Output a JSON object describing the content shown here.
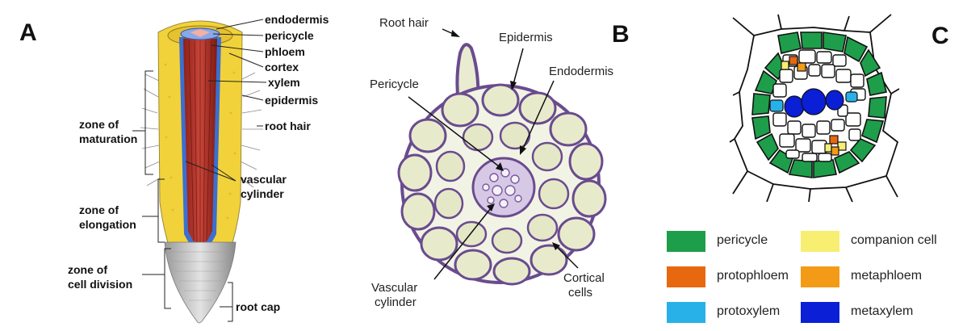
{
  "panel_a": {
    "letter": "A",
    "labels": {
      "endodermis": "endodermis",
      "pericycle": "pericycle",
      "phloem": "phloem",
      "cortex": "cortex",
      "xylem": "xylem",
      "epidermis": "epidermis",
      "root_hair": "root hair",
      "zone_maturation_1": "zone of",
      "zone_maturation_2": "maturation",
      "vascular_1": "vascular",
      "vascular_2": "cylinder",
      "zone_elongation_1": "zone of",
      "zone_elongation_2": "elongation",
      "zone_division_1": "zone of",
      "zone_division_2": "cell division",
      "root_cap": "root cap"
    }
  },
  "panel_b": {
    "letter": "B",
    "labels": {
      "root_hair": "Root hair",
      "epidermis": "Epidermis",
      "pericycle": "Pericycle",
      "endodermis": "Endodermis",
      "vascular_1": "Vascular",
      "vascular_2": "cylinder",
      "cortical_1": "Cortical",
      "cortical_2": "cells"
    }
  },
  "panel_c": {
    "letter": "C",
    "legend": [
      {
        "label": "pericycle",
        "color": "#1e9e4a"
      },
      {
        "label": "companion cell",
        "color": "#f7ee72"
      },
      {
        "label": "protophloem",
        "color": "#e8680f"
      },
      {
        "label": "metaphloem",
        "color": "#f39b17"
      },
      {
        "label": "protoxylem",
        "color": "#27b1e8"
      },
      {
        "label": "metaxylem",
        "color": "#0a1fd6"
      }
    ]
  }
}
